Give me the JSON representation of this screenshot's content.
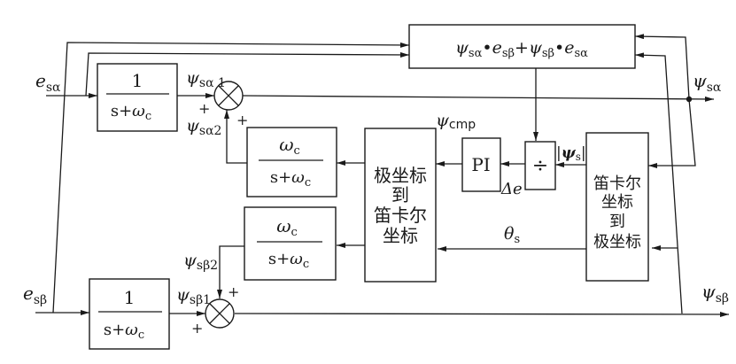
{
  "diagram": {
    "inputs": {
      "e_alpha": {
        "sym": "e",
        "sub": "sα"
      },
      "e_beta": {
        "sym": "e",
        "sub": "sβ"
      }
    },
    "outputs": {
      "psi_alpha": {
        "sym": "ψ",
        "sub": "sα"
      },
      "psi_beta": {
        "sym": "ψ",
        "sub": "sβ"
      }
    },
    "blocks": {
      "lpf_alpha": {
        "num": "1",
        "den_s": "s+",
        "den_w": "ω",
        "den_sub": "c"
      },
      "lpf_beta": {
        "num": "1",
        "den_s": "s+",
        "den_w": "ω",
        "den_sub": "c"
      },
      "comp_alpha": {
        "num_w": "ω",
        "num_sub": "c",
        "den_s": "s+",
        "den_w": "ω",
        "den_sub": "c"
      },
      "comp_beta": {
        "num_w": "ω",
        "num_sub": "c",
        "den_s": "s+",
        "den_w": "ω",
        "den_sub": "c"
      },
      "product": {
        "t1": "ψ",
        "s1": "sα",
        "dot1": "•",
        "t2": "e",
        "s2": "sβ",
        "plus": "+",
        "t3": "ψ",
        "s3": "sβ",
        "dot2": "•",
        "t4": "e",
        "s4": "sα"
      },
      "pi": {
        "label": "PI"
      },
      "divide": {
        "label": "÷"
      },
      "polar_to_cart": {
        "lines": [
          "极坐标",
          "到",
          "笛卡尔",
          "坐标"
        ]
      },
      "cart_to_polar": {
        "lines": [
          "笛卡尔",
          "坐标",
          "到",
          "极坐标"
        ]
      }
    },
    "signals": {
      "psi_a1": {
        "sym": "ψ",
        "sub": "sα 1"
      },
      "psi_a2": {
        "sym": "ψ",
        "sub": "sα2"
      },
      "psi_b1": {
        "sym": "ψ",
        "sub": "sβ1"
      },
      "psi_b2": {
        "sym": "ψ",
        "sub": "sβ2"
      },
      "psi_cmp": {
        "sym": "ψ",
        "sub": "cmp"
      },
      "psi_mag": {
        "bar": "|",
        "sym": "ψ",
        "sub": "s"
      },
      "delta_e": {
        "label": "Δe"
      },
      "theta": {
        "sym": "θ",
        "sub": "s"
      }
    },
    "summing_signs": {
      "plus": "+"
    }
  }
}
